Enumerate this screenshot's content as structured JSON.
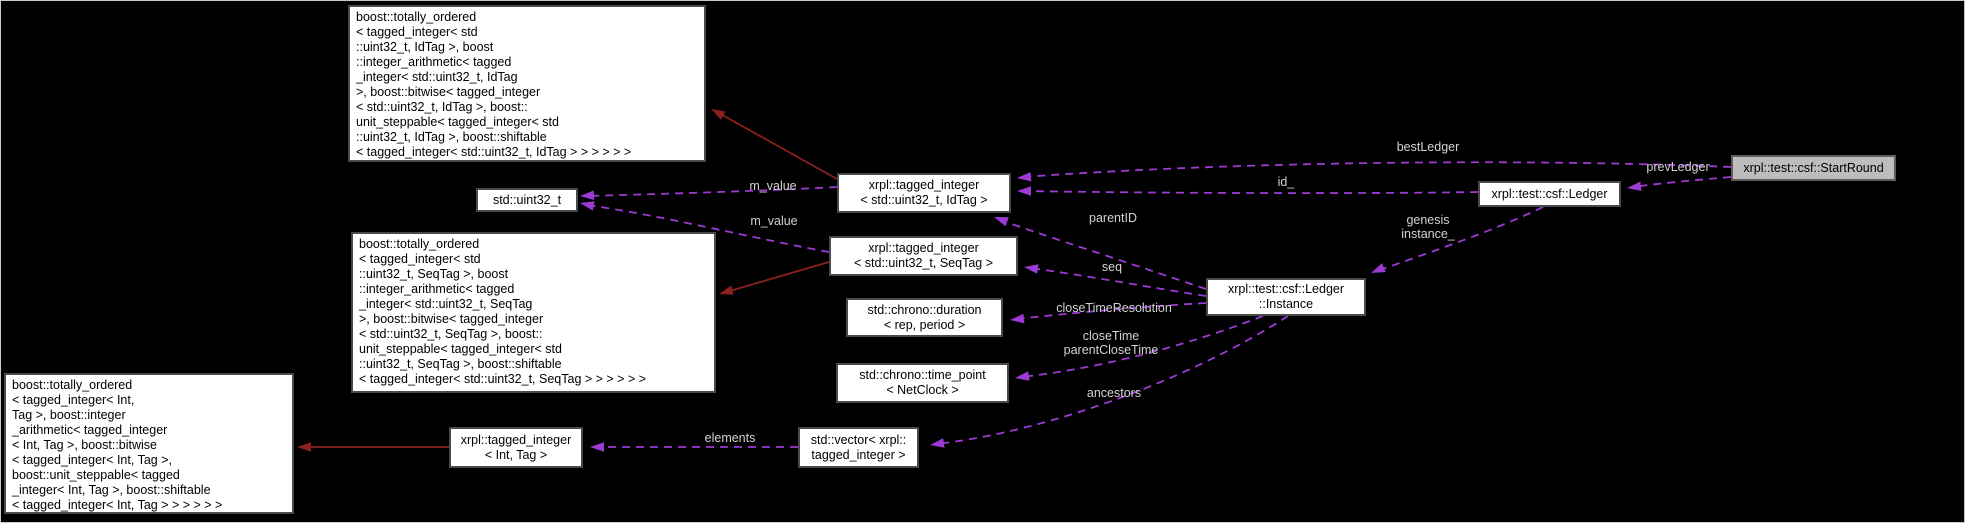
{
  "diagram_type": "doxygen-collaboration-graph",
  "colors": {
    "background": "#000000",
    "node_fill": "#ffffff",
    "node_border": "#4a4a4a",
    "node_text": "#000000",
    "highlight_node_fill": "#bdbdbd",
    "usage_edge": "#9c3ad4",
    "inheritance_edge": "#8b2020",
    "edge_label_text": "#d2d2d2"
  },
  "nodes": {
    "totally_ordered_idtag": {
      "label": "boost::totally_ordered\n< tagged_integer< std\n::uint32_t, IdTag >, boost\n::integer_arithmetic< tagged\n_integer< std::uint32_t, IdTag\n >, boost::bitwise< tagged_integer\n< std::uint32_t, IdTag >, boost::\nunit_steppable< tagged_integer< std\n::uint32_t, IdTag >, boost::shiftable\n< tagged_integer< std::uint32_t, IdTag > > > > > >"
    },
    "uint32_t": {
      "label": "std::uint32_t"
    },
    "totally_ordered_seqtag": {
      "label": "boost::totally_ordered\n< tagged_integer< std\n::uint32_t, SeqTag >, boost\n::integer_arithmetic< tagged\n_integer< std::uint32_t, SeqTag\n >, boost::bitwise< tagged_integer\n< std::uint32_t, SeqTag >, boost::\nunit_steppable< tagged_integer< std\n::uint32_t, SeqTag >, boost::shiftable\n< tagged_integer< std::uint32_t, SeqTag > > > > > >"
    },
    "totally_ordered_int_tag": {
      "label": "boost::totally_ordered\n< tagged_integer< Int,\n Tag >, boost::integer\n_arithmetic< tagged_integer\n< Int, Tag >, boost::bitwise\n< tagged_integer< Int, Tag >,\n boost::unit_steppable< tagged\n_integer< Int, Tag >, boost::shiftable\n< tagged_integer< Int, Tag > > > > > >"
    },
    "tagged_integer_idtag": {
      "label": "xrpl::tagged_integer\n< std::uint32_t, IdTag >"
    },
    "tagged_integer_seqtag": {
      "label": "xrpl::tagged_integer\n< std::uint32_t, SeqTag >"
    },
    "chrono_duration": {
      "label": "std::chrono::duration\n< rep, period >"
    },
    "chrono_time_point": {
      "label": "std::chrono::time_point\n< NetClock >"
    },
    "ledger_instance": {
      "label": "xrpl::test::csf::Ledger\n::Instance"
    },
    "ledger": {
      "label": "xrpl::test::csf::Ledger"
    },
    "start_round": {
      "label": "xrpl::test::csf::StartRound"
    },
    "tagged_integer_int_tag": {
      "label": "xrpl::tagged_integer\n< Int, Tag >"
    },
    "vector_tagged_integer": {
      "label": "std::vector< xrpl::\ntagged_integer >"
    }
  },
  "edge_labels": {
    "m_value_id": "m_value",
    "m_value_seq": "m_value",
    "best_ledger": "bestLedger",
    "prev_ledger": "prevLedger",
    "id": "id_",
    "genesis_instance": "genesis\ninstance_",
    "parent_id": "parentID",
    "seq": "seq",
    "close_time_resolution": "closeTimeResolution",
    "close_time_parent_close_time": "closeTime\nparentCloseTime",
    "ancestors": "ancestors",
    "elements": "elements"
  }
}
